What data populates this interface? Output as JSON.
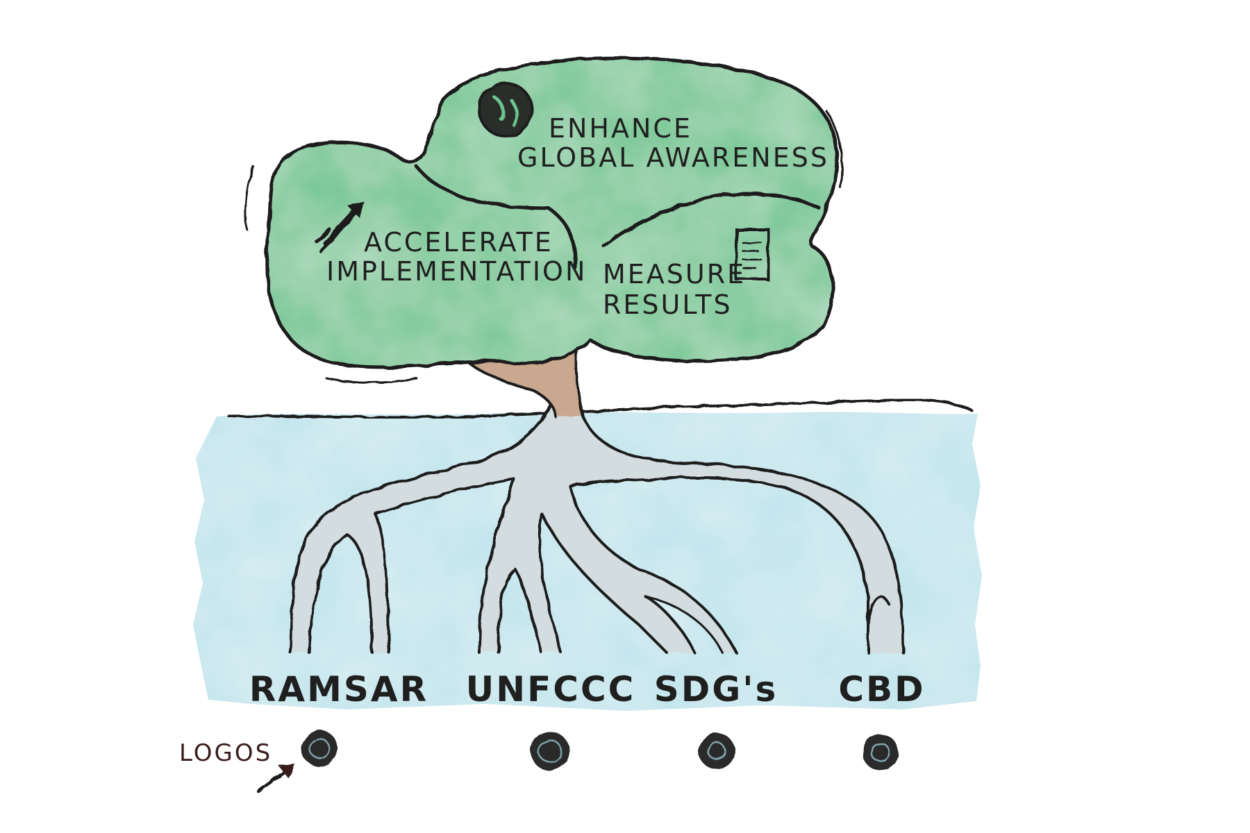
{
  "canopy": {
    "top_label_line1": "ENHANCE",
    "top_label_line2": "GLOBAL AWARENESS",
    "left_label_line1": "ACCELERATE",
    "left_label_line2": "IMPLEMENTATION",
    "right_label_line1": "MEASURE",
    "right_label_line2": "RESULTS",
    "top_icon": "globe-icon",
    "left_icon": "rocket-icon",
    "right_icon": "document-icon"
  },
  "roots": {
    "items": [
      {
        "label": "RAMSAR",
        "logo": "logo-scribble-icon"
      },
      {
        "label": "UNFCCC",
        "logo": "logo-scribble-icon"
      },
      {
        "label": "SDG's",
        "logo": "logo-scribble-icon"
      },
      {
        "label": "CBD",
        "logo": "logo-scribble-icon"
      }
    ]
  },
  "annotation": {
    "text": "LOGOS",
    "icon": "arrow-icon"
  },
  "colors": {
    "canopy_green": "#6cc48e",
    "canopy_green_light": "#8fd6a8",
    "water_blue": "#bfe4ec",
    "trunk": "#c9a88f",
    "root_fill": "#d3dde0",
    "ink": "#1d1d1d"
  }
}
